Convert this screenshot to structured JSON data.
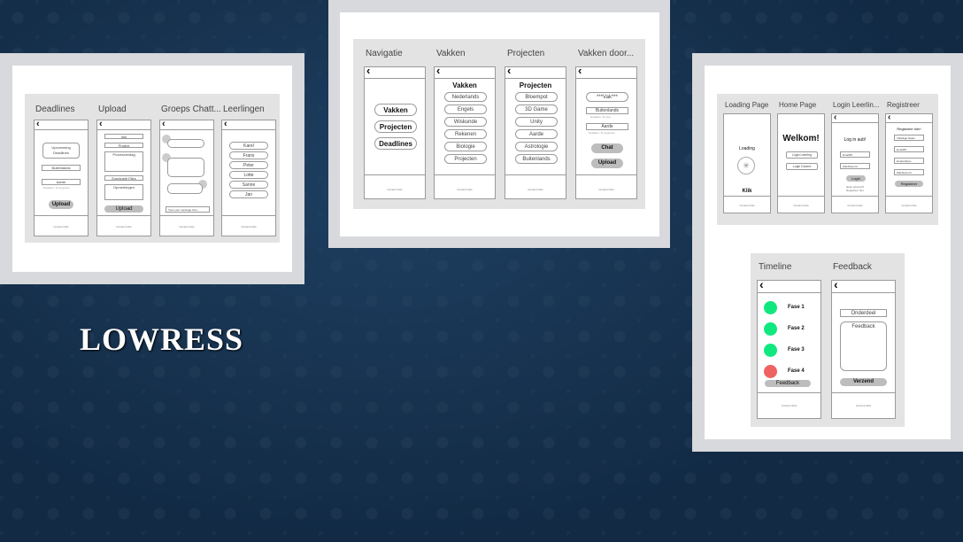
{
  "slide_title": "LOWRESS",
  "left_panel": {
    "columns": [
      "Deadlines",
      "Upload",
      "Groeps Chatt...",
      "Leerlingen"
    ],
    "deadlines": {
      "item1": "Upcomming\nDeadlines",
      "item2": "Buitenlands",
      "item3": "Aarde",
      "note": "Deadline: 11 Augustus",
      "button": "Upload"
    },
    "upload": {
      "items": [
        "link",
        "Project",
        "Procesverslag",
        "Eventuele Files",
        "Opmerkingen"
      ],
      "button": "Upload"
    },
    "chat": {
      "input_placeholder": "Type your message here..."
    },
    "students": [
      "Karel",
      "Frans",
      "Peter",
      "Lotte",
      "Sanne",
      "Jan"
    ],
    "footer": "Content links"
  },
  "center_panel": {
    "columns": [
      "Navigatie",
      "Vakken",
      "Projecten",
      "Vakken door..."
    ],
    "navigatie": [
      "Vakken",
      "Projecten",
      "Deadlines"
    ],
    "vakken": {
      "title": "Vakken",
      "items": [
        "Nederlands",
        "Engels",
        "Wiskunde",
        "Rekenen",
        "Biologie",
        "Projecten"
      ]
    },
    "projecten": {
      "title": "Projecten",
      "items": [
        "Bloempot",
        "3D Game",
        "Unity",
        "Aarde",
        "Astrologie",
        "Buitenlands"
      ]
    },
    "vakken_door": {
      "item1": "***Vak***",
      "item2": "Buitenlands",
      "note1": "Deadline: 11 aug",
      "item3": "Aarde",
      "note2": "Deadline: 11 Augustus",
      "chat": "Chat",
      "upload": "Upload"
    },
    "footer": "Content links"
  },
  "right_top": {
    "columns": [
      "Loading Page",
      "Home Page",
      "Login Leerlin...",
      "Registreer"
    ],
    "loading": {
      "text": "Loading",
      "klik": "Klik"
    },
    "home": {
      "welcome": "Welkom!",
      "btn1": "Login Leerling",
      "btn2": "Login Docent"
    },
    "login": {
      "title": "Log in aub!",
      "field1": "Email/ID",
      "field2": "Wachtwoord",
      "button": "Login",
      "link1": "Geen account?",
      "link2": "Registreer hier"
    },
    "register": {
      "title": "Registreer hier!",
      "fields": [
        "Volledige Naam",
        "Email/ID",
        "Email-Adres",
        "Wachtwoord"
      ],
      "button": "Registreer"
    },
    "footer": "Content links"
  },
  "right_bottom": {
    "columns": [
      "Timeline",
      "Feedback"
    ],
    "timeline": {
      "phases": [
        "Fase 1",
        "Fase 2",
        "Fase 3",
        "Fase 4"
      ],
      "button": "Feedback"
    },
    "feedback": {
      "subject": "Onderdeel",
      "box": "Feedback",
      "button": "Verzend"
    },
    "footer": "Content links",
    "colors": {
      "done": "#10e87f",
      "late": "#f06262"
    }
  }
}
